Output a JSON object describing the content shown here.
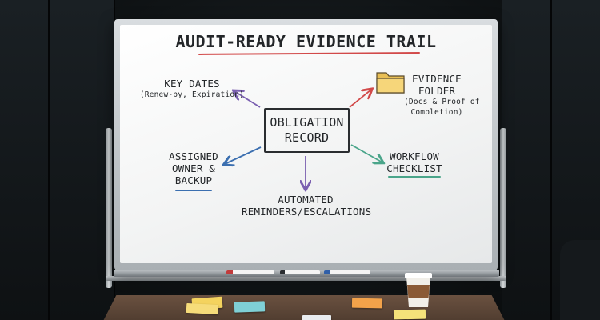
{
  "board": {
    "title": "AUDIT-READY EVIDENCE TRAIL",
    "center": {
      "line1": "OBLIGATION",
      "line2": "RECORD"
    },
    "key_dates": {
      "title": "KEY DATES",
      "sub": "(Renew-by, Expiration)"
    },
    "evidence": {
      "line1": "EVIDENCE",
      "line2": "FOLDER",
      "sub1": "(Docs & Proof of",
      "sub2": "Completion)"
    },
    "owner": {
      "line1": "ASSIGNED",
      "line2": "OWNER &",
      "line3": "BACKUP"
    },
    "workflow": {
      "line1": "WORKFLOW",
      "line2": "CHECKLIST"
    },
    "automated": {
      "line1": "AUTOMATED",
      "line2": "REMINDERS/ESCALATIONS"
    }
  },
  "colors": {
    "title_underline": "#d24a4a",
    "arrow_key_dates": "#7a5fb0",
    "arrow_evidence": "#d24a4a",
    "arrow_owner": "#3b6fb0",
    "arrow_workflow": "#4aa58a",
    "arrow_automated": "#7a5fb0",
    "folder": "#f2cf6e"
  },
  "icons": [
    "folder-icon",
    "arrow-icons",
    "coffee-cup",
    "sticky-notes",
    "markers"
  ]
}
